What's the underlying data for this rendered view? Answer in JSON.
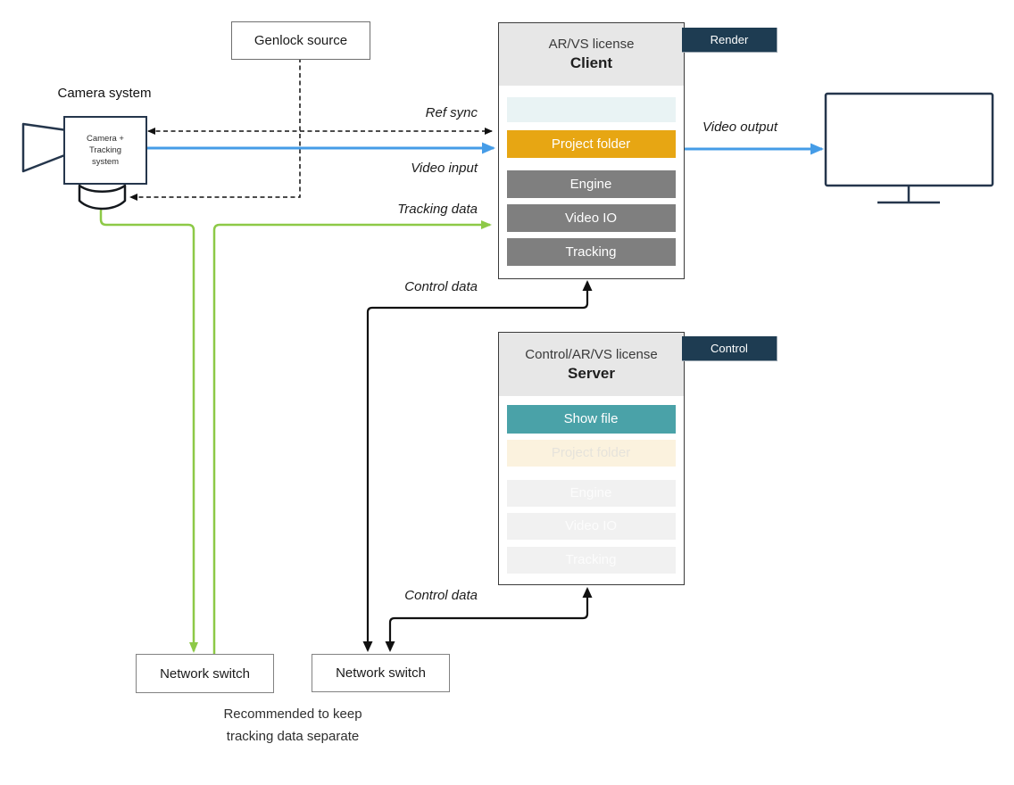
{
  "diagram": {
    "camera": {
      "title": "Camera system",
      "device_lines": [
        "Camera +",
        "Tracking",
        "system"
      ]
    },
    "genlock": {
      "label": "Genlock source"
    },
    "client": {
      "license": "AR/VS license",
      "role": "Client",
      "tag": "Render",
      "rows": [
        "",
        "Project folder",
        "Engine",
        "Video IO",
        "Tracking"
      ]
    },
    "server": {
      "license": "Control/AR/VS license",
      "role": "Server",
      "tag": "Control",
      "rows": [
        "Show file",
        "Project folder",
        "Engine",
        "Video IO",
        "Tracking"
      ]
    },
    "switch_left": {
      "label": "Network switch"
    },
    "switch_right": {
      "label": "Network switch"
    },
    "note_lines": [
      "Recommended to keep",
      "tracking data separate"
    ],
    "flow_labels": {
      "ref_sync": "Ref sync",
      "video_input": "Video input",
      "tracking_data": "Tracking data",
      "control_data_upper": "Control data",
      "control_data_lower": "Control data",
      "video_output": "Video output"
    },
    "colors": {
      "video_blue": "#459CE7",
      "tracking_green": "#8DC947",
      "project_folder_orange": "#E7A613",
      "show_file_teal": "#4AA2A8",
      "tag_navy": "#1E3C52",
      "empty_row_cyan": "#E9F3F4",
      "project_folder_cream": "#FBF2DE",
      "engine_gray": "#7F7F7F"
    }
  }
}
